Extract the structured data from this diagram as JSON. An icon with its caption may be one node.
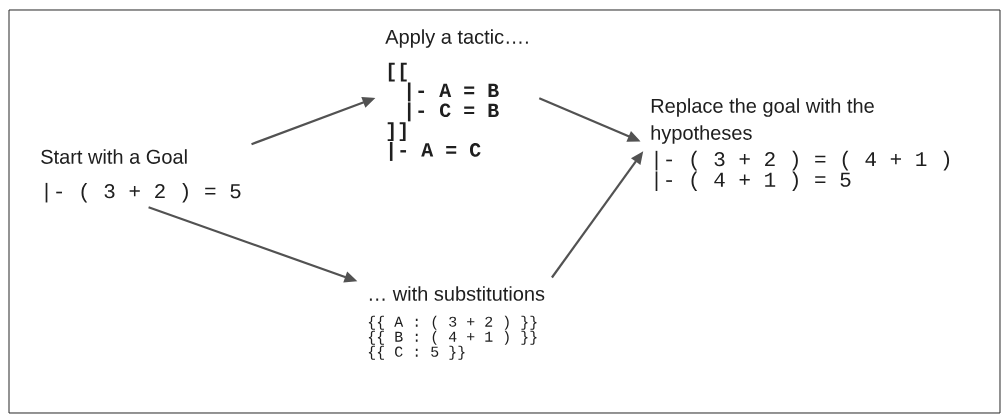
{
  "diagram": {
    "nodes": [
      {
        "text": [
          "Start with a Goal",
          "|- ( 3 + 2 ) = 5"
        ]
      },
      {
        "text": [
          "Apply a tactic….",
          "[[",
          "|- A = B",
          "|- C = B",
          "]]",
          "|- A = C"
        ]
      },
      {
        "text": [
          "Replace the goal with the hypotheses",
          "|- ( 3 + 2 ) = ( 4 + 1 )",
          "|- ( 4 + 1 ) = 5"
        ]
      },
      {
        "text": [
          "… with substitutions",
          "{{ A : ( 3 + 2 ) }}",
          "{{ B : ( 4 + 1 ) }}",
          "{{ C : 5 }}"
        ]
      }
    ],
    "edges": [
      {
        "from": 0,
        "to": 1,
        "arrow": "to"
      },
      {
        "from": 1,
        "to": 2,
        "arrow": "to"
      },
      {
        "from": 0,
        "to": 3,
        "arrow": "to"
      },
      {
        "from": 3,
        "to": 2,
        "arrow": "to"
      }
    ]
  }
}
